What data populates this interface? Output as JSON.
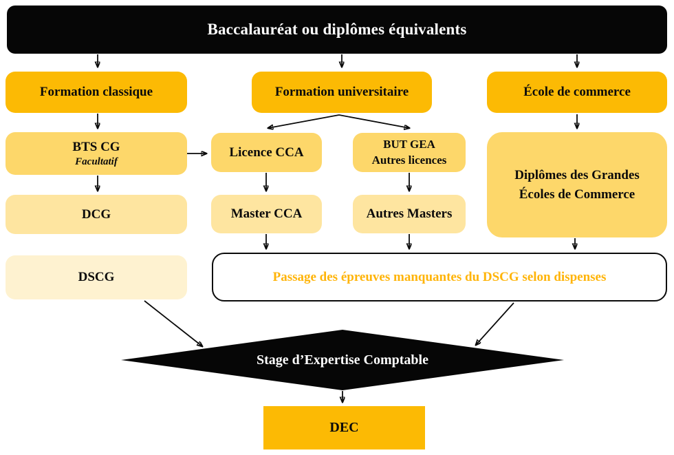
{
  "palette": {
    "amber": "#FCBA04",
    "gold-mid": "#FDD76A",
    "gold-light": "#FEE5A0",
    "gold-pale": "#FEF2D0",
    "ink": "#060606",
    "paper": "#FFFFFF",
    "accent-text": "#FFB408"
  },
  "nodes": {
    "bac": {
      "label": "Baccalauréat ou diplômes équivalents"
    },
    "formation_classique": {
      "label": "Formation classique"
    },
    "formation_universitaire": {
      "label": "Formation universitaire"
    },
    "ecole_commerce": {
      "label": "École de commerce"
    },
    "bts_cg": {
      "label": "BTS CG",
      "sublabel": "Facultatif"
    },
    "licence_cca": {
      "label": "Licence CCA"
    },
    "but_gea": {
      "label": "BUT GEA",
      "label2": "Autres licences"
    },
    "diplomes_gec": {
      "label": "Diplômes des Grandes Écoles de Commerce"
    },
    "dcg": {
      "label": "DCG"
    },
    "master_cca": {
      "label": "Master CCA"
    },
    "autres_masters": {
      "label": "Autres Masters"
    },
    "dscg": {
      "label": "DSCG"
    },
    "passage": {
      "label": "Passage des épreuves manquantes du DSCG selon dispenses"
    },
    "stage": {
      "label": "Stage d’Expertise Comptable"
    },
    "dec": {
      "label": "DEC"
    }
  }
}
